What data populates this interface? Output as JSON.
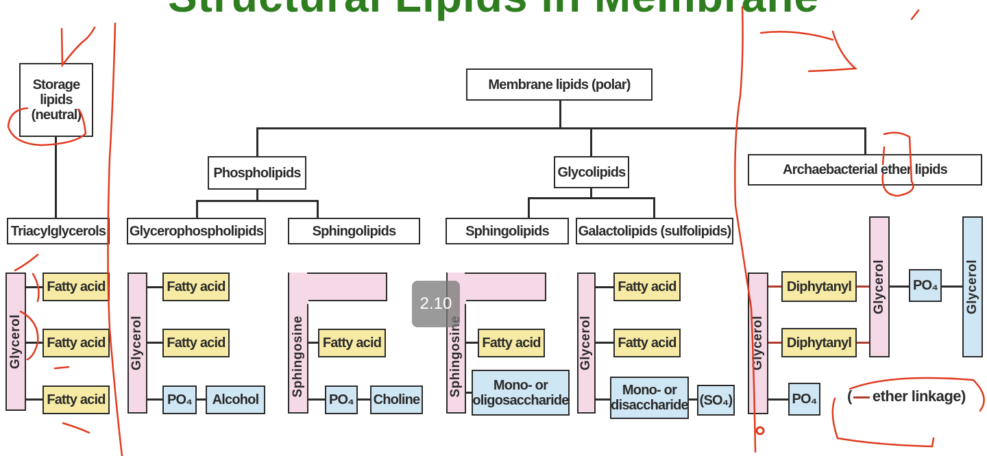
{
  "title": "Structural Lipids in Membrane",
  "overlay_label": "2.10",
  "colors": {
    "title": "#2e7d1f",
    "glycerol": "#f6d9e6",
    "fatty_acid": "#f7eaa4",
    "polar_group": "#cfe6f4",
    "ether_linkage": "#b03a2e",
    "annotation": "#e03a1e"
  },
  "top": {
    "storage": "Storage lipids (neutral)",
    "membrane": "Membrane lipids (polar)"
  },
  "classes": {
    "phospholipids": "Phospholipids",
    "glycolipids": "Glycolipids",
    "archaea": "Archaebacterial ether lipids"
  },
  "subclasses": {
    "triacylglycerols": "Triacylglycerols",
    "glycerophospholipids": "Glycerophospholipids",
    "sphingolipids_p": "Sphingolipids",
    "sphingolipids_g": "Sphingolipids",
    "galactolipids": "Galactolipids (sulfolipids)"
  },
  "parts": {
    "glycerol": "Glycerol",
    "fatty_acid": "Fatty acid",
    "po4": "PO₄",
    "alcohol": "Alcohol",
    "sphingosine": "Sphingosine",
    "choline": "Choline",
    "oligosaccharide": "Mono- or oligosaccharide",
    "disaccharide": "Mono- or disaccharide",
    "so4": "(SO₄)",
    "diphytanyl": "Diphytanyl"
  },
  "legend": {
    "ether": "ether linkage"
  }
}
